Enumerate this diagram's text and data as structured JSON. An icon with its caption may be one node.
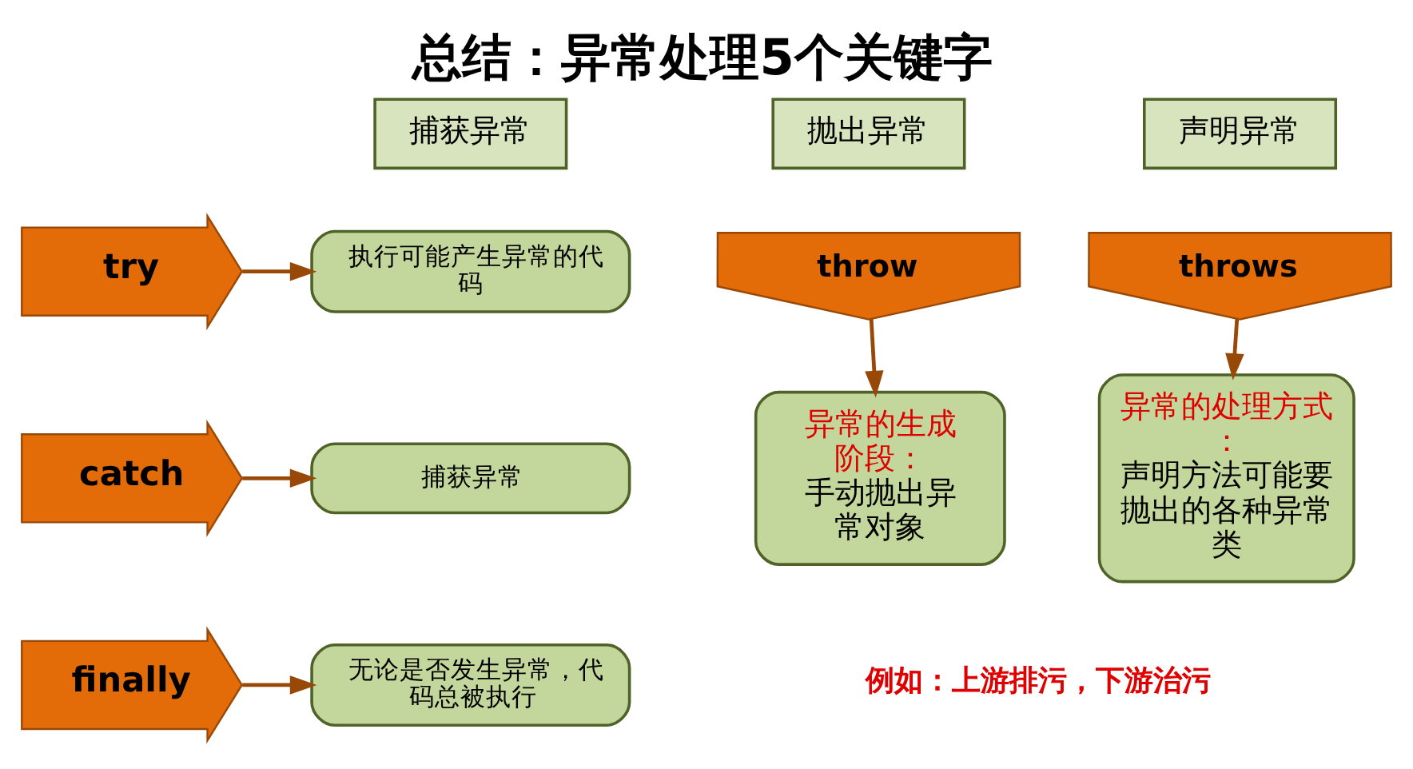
{
  "diagram": {
    "title": "总结：异常处理5个关键字",
    "nodes": [
      {
        "text": [
          "捕获异常"
        ]
      },
      {
        "text": [
          "抛出异常"
        ]
      },
      {
        "text": [
          "声明异常"
        ]
      },
      {
        "text": [
          "try"
        ]
      },
      {
        "text": [
          "执行可能产生异常的代码"
        ]
      },
      {
        "text": [
          "catch"
        ]
      },
      {
        "text": [
          "捕获异常"
        ]
      },
      {
        "text": [
          "finally"
        ]
      },
      {
        "text": [
          "无论是否发生异常，代码总被执行"
        ]
      },
      {
        "text": [
          "throw"
        ]
      },
      {
        "text": [
          "异常的生成阶段：",
          "手动抛出异常对象"
        ]
      },
      {
        "text": [
          "throws"
        ]
      },
      {
        "text": [
          "异常的处理方式：",
          "声明方法可能要抛出的各种异常类"
        ]
      }
    ],
    "edges": [
      {
        "from": 3,
        "to": 4,
        "arrow": "to"
      },
      {
        "from": 5,
        "to": 6,
        "arrow": "to"
      },
      {
        "from": 7,
        "to": 8,
        "arrow": "to"
      },
      {
        "from": 9,
        "to": 10,
        "arrow": "to"
      },
      {
        "from": 11,
        "to": 12,
        "arrow": "to"
      }
    ],
    "labels": [
      "例如：上游排污，下游治污"
    ]
  }
}
